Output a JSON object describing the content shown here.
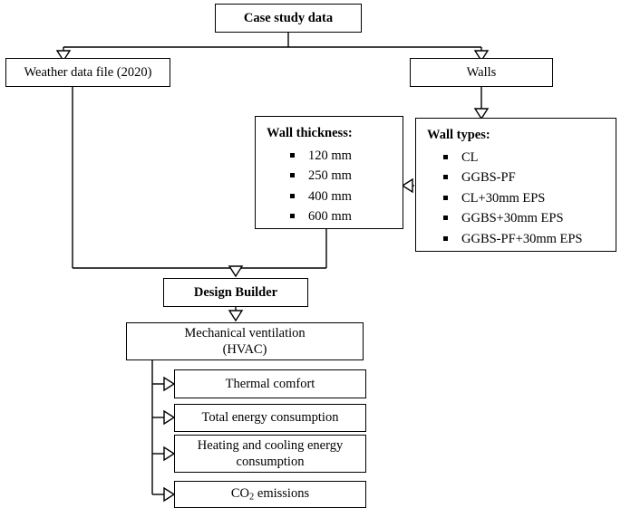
{
  "diagram": {
    "title": "Case study data flowchart",
    "nodes": {
      "case_study": "Case study data",
      "weather": "Weather data file (2020)",
      "walls": "Walls",
      "wall_thickness_title": "Wall thickness:",
      "wall_thickness_items": [
        "120 mm",
        "250 mm",
        "400 mm",
        "600 mm"
      ],
      "wall_types_title": "Wall types:",
      "wall_types_items": [
        "CL",
        "GGBS-PF",
        "CL+30mm EPS",
        "GGBS+30mm EPS",
        "GGBS-PF+30mm EPS"
      ],
      "design_builder": "Design Builder",
      "hvac_line1": "Mechanical ventilation",
      "hvac_line2": "(HVAC)",
      "thermal_comfort": "Thermal comfort",
      "total_energy": "Total energy consumption",
      "heating_cooling_line1": "Heating and cooling energy",
      "heating_cooling_line2": "consumption",
      "co2_prefix": "CO",
      "co2_sub": "2",
      "co2_suffix": " emissions"
    },
    "colors": {
      "stroke": "#000000",
      "background": "#ffffff"
    }
  }
}
